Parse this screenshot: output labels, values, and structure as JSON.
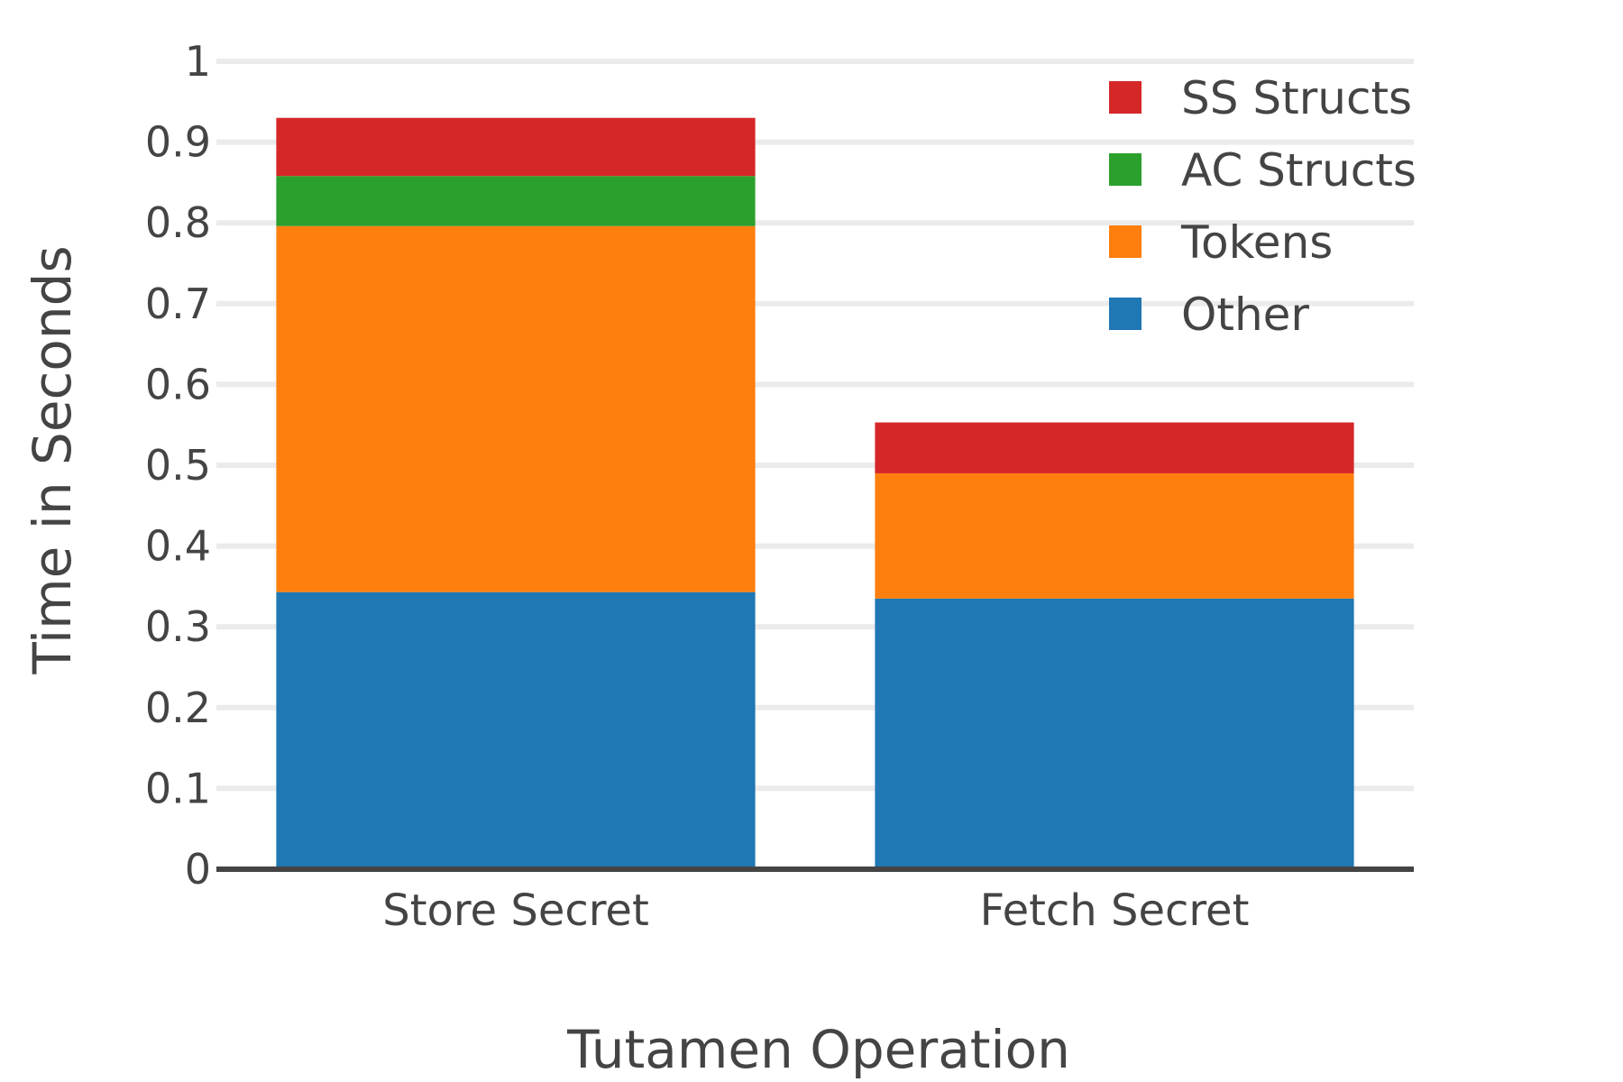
{
  "chart_data": {
    "type": "bar",
    "stacked": true,
    "title": "",
    "xlabel": "Tutamen Operation",
    "ylabel": "Time in Seconds",
    "ylim": [
      0,
      1
    ],
    "yticks": [
      "0",
      "0.1",
      "0.2",
      "0.3",
      "0.4",
      "0.5",
      "0.6",
      "0.7",
      "0.8",
      "0.9",
      "1"
    ],
    "grid": true,
    "legend_position": "top-right",
    "categories": [
      "Store Secret",
      "Fetch Secret"
    ],
    "series": [
      {
        "name": "Other",
        "color": "#1f77b4",
        "values": [
          0.343,
          0.335
        ]
      },
      {
        "name": "Tokens",
        "color": "#ff7f0e",
        "values": [
          0.453,
          0.155
        ]
      },
      {
        "name": "AC Structs",
        "color": "#2ca02c",
        "values": [
          0.062,
          0.0
        ]
      },
      {
        "name": "SS Structs",
        "color": "#d62728",
        "values": [
          0.072,
          0.063
        ]
      }
    ]
  }
}
